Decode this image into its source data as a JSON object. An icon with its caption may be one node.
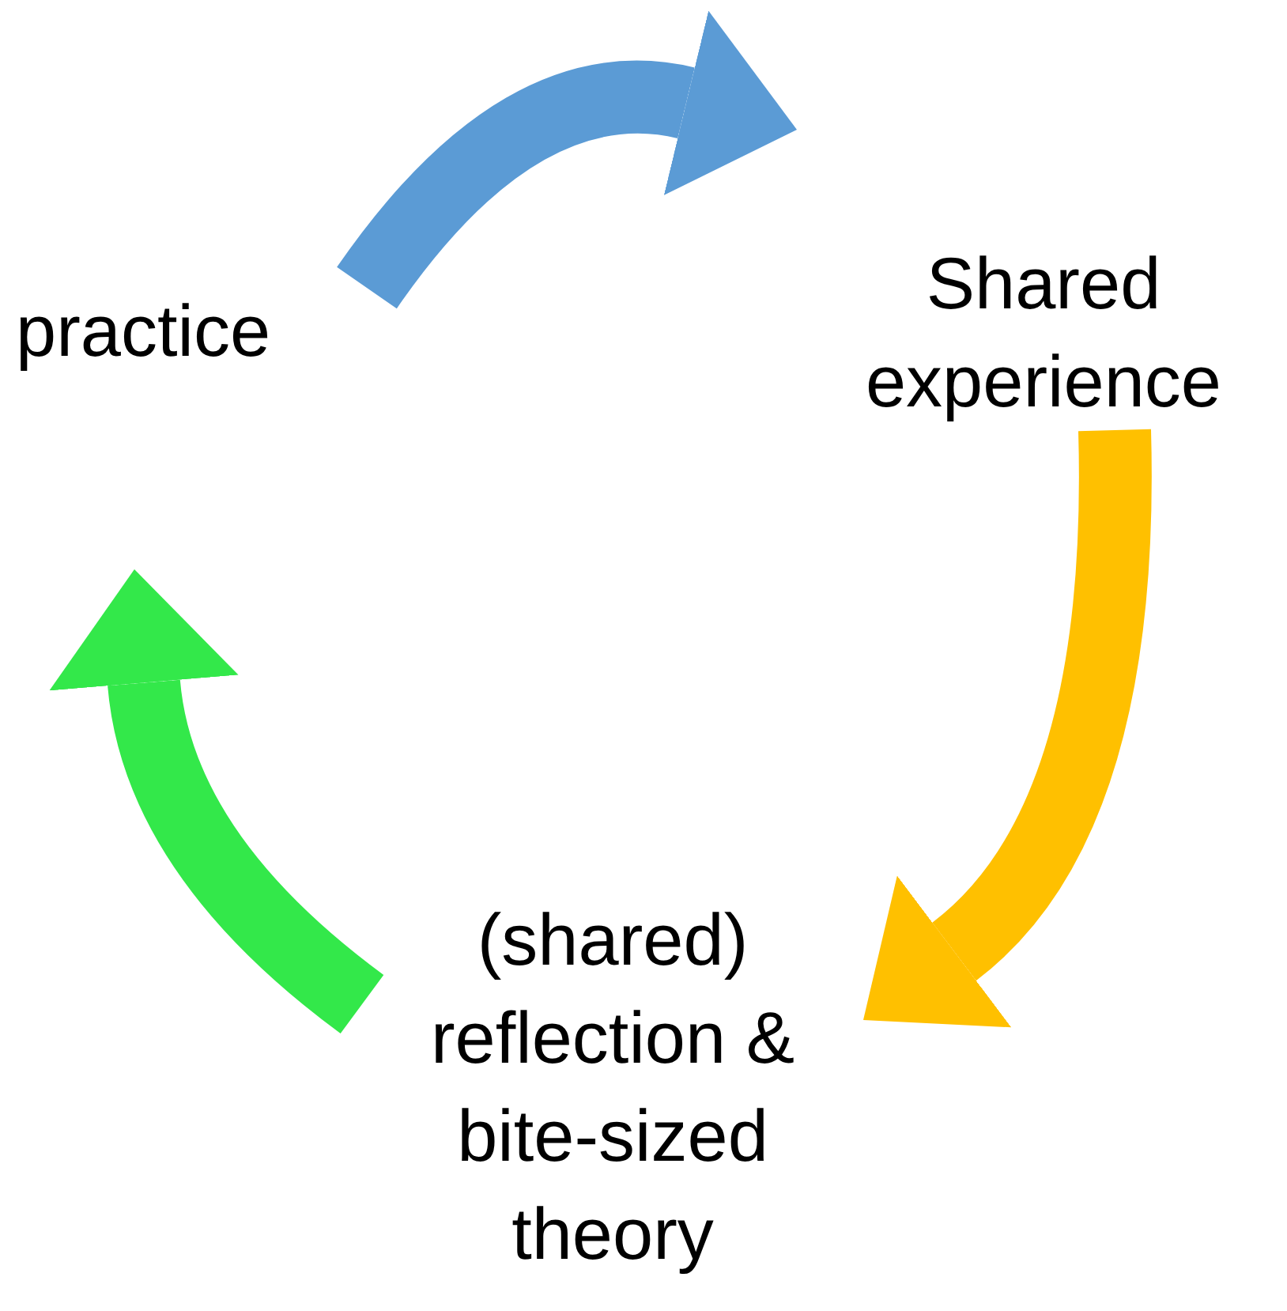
{
  "diagram": {
    "nodes": [
      {
        "text": [
          "practice"
        ]
      },
      {
        "text": [
          "Shared experience"
        ]
      },
      {
        "text": [
          "(shared) reflection & bite-sized theory"
        ]
      }
    ],
    "edges": [
      {
        "from": 0,
        "to": 1,
        "arrow": "to",
        "color": "#5b9bd5"
      },
      {
        "from": 1,
        "to": 2,
        "arrow": "to",
        "color": "#ffc000"
      },
      {
        "from": 2,
        "to": 0,
        "arrow": "to",
        "color": "#33e84a"
      }
    ]
  }
}
